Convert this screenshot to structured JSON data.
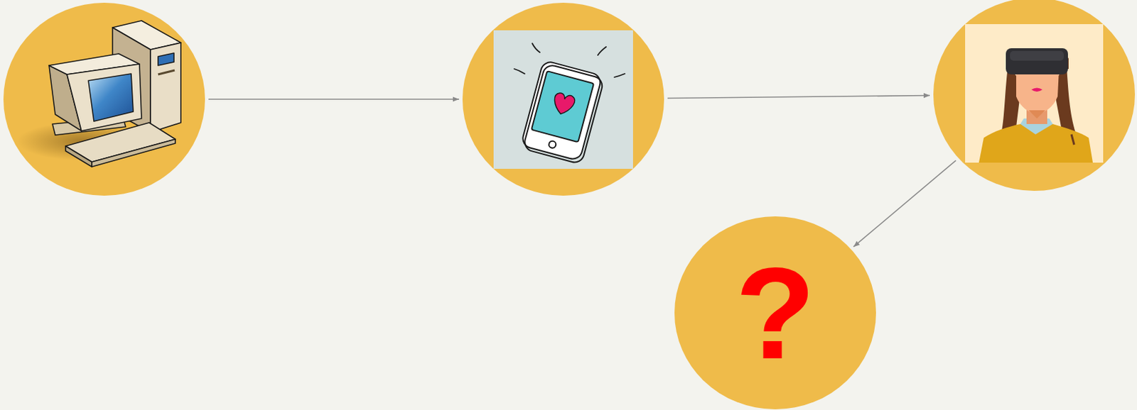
{
  "diagram": {
    "nodes": [
      {
        "text": []
      },
      {
        "text": []
      },
      {
        "text": []
      },
      {
        "text": [
          "?"
        ]
      }
    ],
    "edges": [
      {
        "from": 0,
        "to": 1,
        "arrow": "to"
      },
      {
        "from": 1,
        "to": 2,
        "arrow": "to"
      },
      {
        "from": 2,
        "to": 3,
        "arrow": "to"
      }
    ]
  }
}
